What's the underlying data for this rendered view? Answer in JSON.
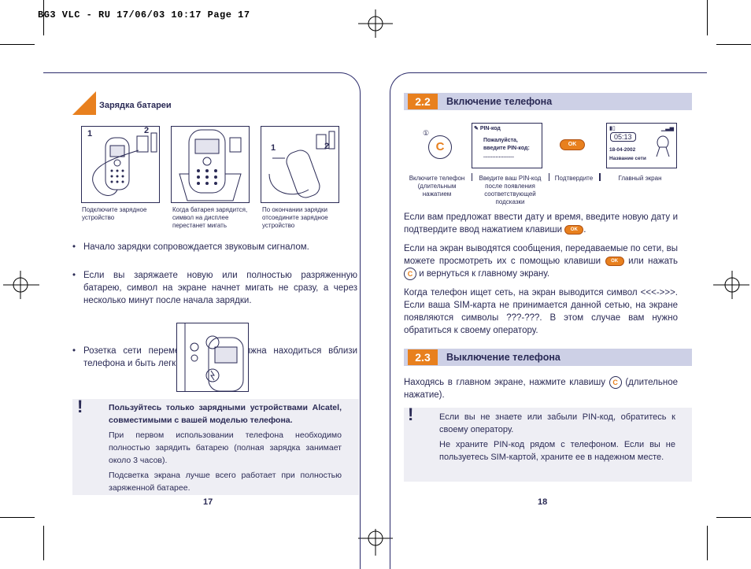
{
  "header": {
    "text": "BG3 VLC - RU  17/06/03  10:17  Page 17"
  },
  "left": {
    "title": "Зарядка батареи",
    "fig_captions": [
      "Подключите зарядное устройство",
      "Когда батарея зарядится, символ на дисплее перестанет мигать",
      "По окончании зарядки отсоедините зарядное устройство"
    ],
    "fig_labels": {
      "f1a": "1",
      "f1b": "2",
      "f3a": "1",
      "f3b": "2"
    },
    "bullets": [
      "Начало зарядки сопровождается звуковым сигналом.",
      "Если вы заряжаете новую или полностью разряженную батарею, символ на экране начнет мигать не сразу, а через несколько минут после начала зарядки.",
      "Розетка сети переменного тока должна находиться вблизи телефона и быть легко доступной."
    ],
    "note": {
      "mark": "!",
      "bold": "Пользуйтесь только зарядными устройствами Alcatel, совместимыми с вашей моделью телефона.",
      "p1": "При первом использовании телефона необходимо полностью зарядить батарею (полная зарядка занимает около 3 часов).",
      "p2": "Подсветка экрана лучше всего работает при полностью заряженной батарее."
    },
    "page_number": "17"
  },
  "right": {
    "sec1": {
      "num": "2.2",
      "title": "Включение телефона"
    },
    "pin_screen": {
      "title": "PIN-код",
      "line1": "Пожалуйста,",
      "line2": "введите PIN-код:",
      "dots": "...................."
    },
    "main_screen": {
      "time": "05:13",
      "date": "18-04-2002",
      "network": "Название сети"
    },
    "ok_label": "OK",
    "c_label": "C",
    "c_sup": "①",
    "captions": [
      "Включите телефон (длительным нажатием",
      "Введите ваш PIN-код после появления соответствующей подсказки",
      "Подтвердите",
      "Главный экран"
    ],
    "p1_a": "Если вам предложат ввести дату и время, введите новую дату и подтвердите ввод нажатием клавиши",
    "p1_b": ".",
    "p2_a": "Если на экран выводятся сообщения, передаваемые по сети, вы можете просмотреть их с помощью клавиши",
    "p2_b": "или нажать",
    "p2_c": "и вернуться к главному экрану.",
    "p3": "Когда телефон ищет сеть, на экран выводится символ <<<->>>. Если ваша SIM-карта не принимается данной сетью, на экране появляются символы ???-???. В этом случае вам нужно обратиться к своему оператору.",
    "sec2": {
      "num": "2.3",
      "title": "Выключение телефона"
    },
    "p4_a": "Находясь в главном экране, нажмите клавишу",
    "p4_b": "(длительное нажатие).",
    "note": {
      "mark": "!",
      "p1": "Если вы не знаете или забыли PIN-код, обратитесь к своему оператору.",
      "p2": "Не храните PIN-код рядом с телефоном. Если вы не пользуетесь SIM-картой, храните ее в надежном месте."
    },
    "page_number": "18"
  },
  "colors": {
    "accent": "#e8801e",
    "ink": "#2a2a55",
    "bar": "#cdd0e6",
    "note_bg": "#eeeef4"
  }
}
